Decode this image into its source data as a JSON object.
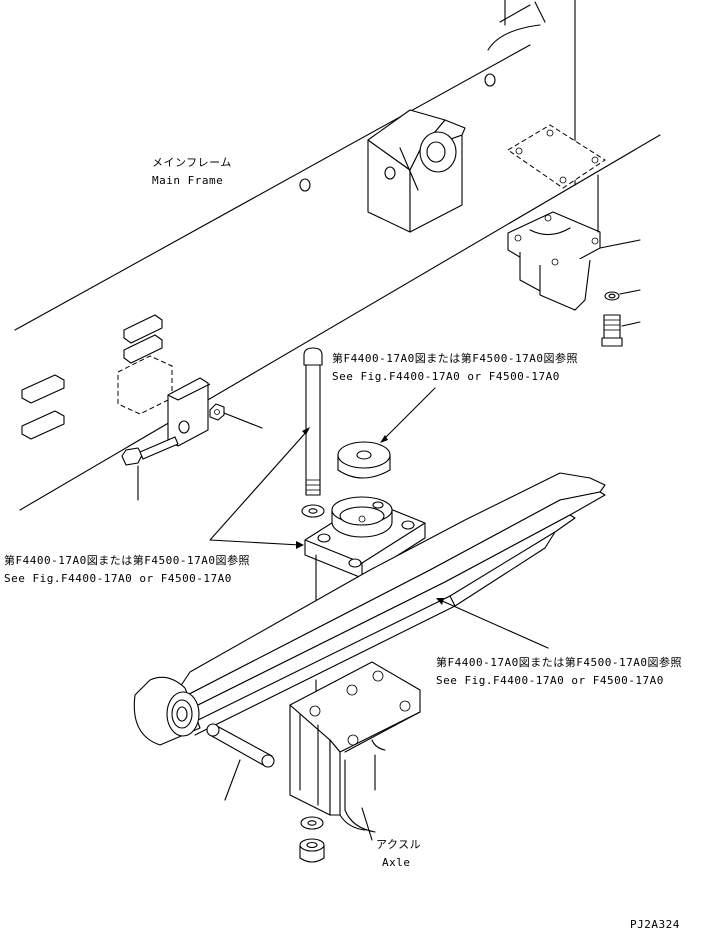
{
  "labels": {
    "main_frame_jp": "メインフレーム",
    "main_frame_en": "Main Frame",
    "ref_top_jp": "第F4400-17A0図または第F4500-17A0図参照",
    "ref_top_en": "See Fig.F4400-17A0 or F4500-17A0",
    "ref_left_jp": "第F4400-17A0図または第F4500-17A0図参照",
    "ref_left_en": "See Fig.F4400-17A0 or F4500-17A0",
    "ref_right_jp": "第F4400-17A0図または第F4500-17A0図参照",
    "ref_right_en": "See Fig.F4400-17A0 or F4500-17A0",
    "axle_jp": "アクスル",
    "axle_en": "Axle",
    "drawing_code": "PJ2A324"
  }
}
